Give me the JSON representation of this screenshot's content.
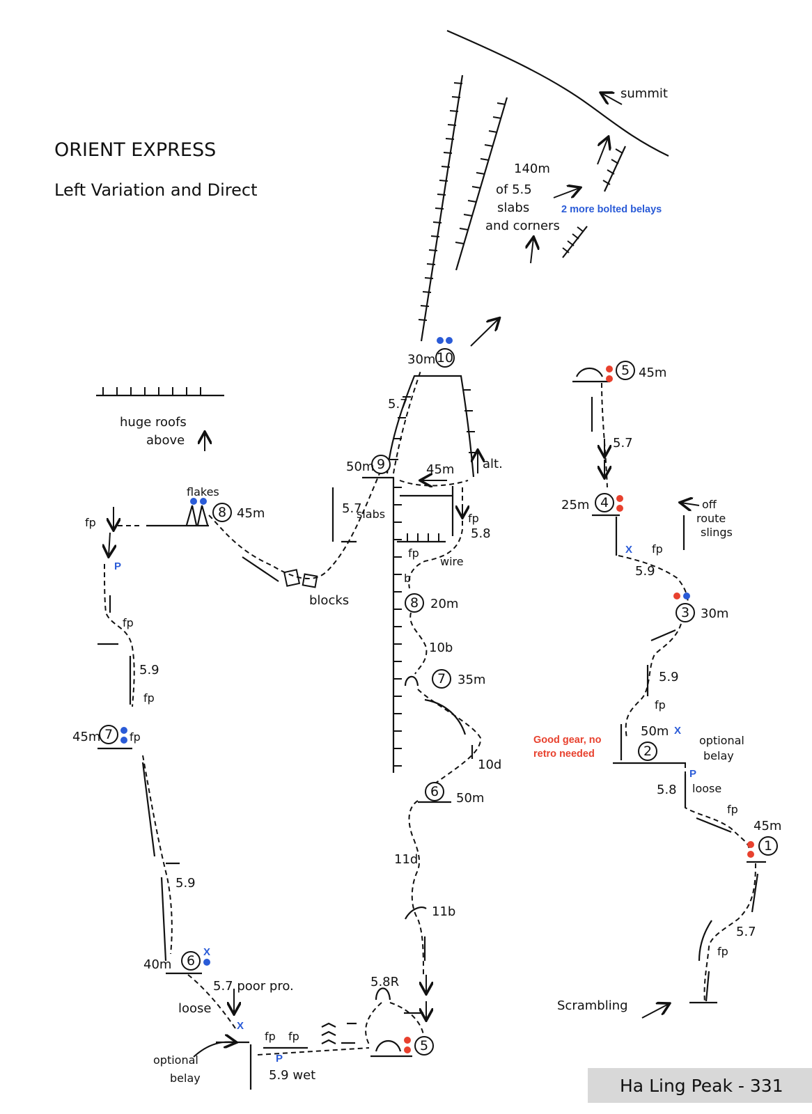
{
  "title": "ORIENT EXPRESS",
  "subtitle": "Left Variation and Direct",
  "footer": "Ha Ling Peak - 331",
  "colors": {
    "bolt_red": "#e8412e",
    "bolt_blue": "#2a5bd7",
    "ink": "#111111",
    "footer_bg": "#d8d8d8"
  },
  "labels": {
    "summit": "summit",
    "upper_note_1": "140m",
    "upper_note_2": "of 5.5",
    "upper_note_3": "slabs",
    "upper_note_4": "and corners",
    "more_belays": "2 more bolted belays",
    "huge_roofs_1": "huge roofs",
    "huge_roofs_2": "above",
    "flakes": "flakes",
    "blocks": "blocks",
    "slabs": "slabs",
    "wire": "wire",
    "alt": "alt.",
    "off_route_1": "off",
    "off_route_2": "route",
    "off_route_3": "slings",
    "loose": "loose",
    "loose2": "loose",
    "optional_belay_1": "optional",
    "optional_belay_2": "belay",
    "optional_belay_r1": "optional",
    "optional_belay_r2": "belay",
    "good_gear_1": "Good gear, no",
    "good_gear_2": "retro needed",
    "scrambling": "Scrambling",
    "poor_pro": "5.7 poor pro.",
    "wet": "5.9 wet"
  },
  "belays": {
    "b10": {
      "num": "10",
      "len": "30m"
    },
    "b9": {
      "num": "9",
      "len": "50m"
    },
    "b8c": {
      "num": "8",
      "len": "20m"
    },
    "b7c": {
      "num": "7",
      "len": "35m"
    },
    "b6c": {
      "num": "6",
      "len": "50m"
    },
    "b5c": {
      "num": "5",
      "len": ""
    },
    "b8l": {
      "num": "8",
      "len": "45m"
    },
    "b7l": {
      "num": "7",
      "len": "45m"
    },
    "b6l": {
      "num": "6",
      "len": "40m"
    },
    "b5r": {
      "num": "5",
      "len": "45m"
    },
    "b4r": {
      "num": "4",
      "len": "25m"
    },
    "b3r": {
      "num": "3",
      "len": "30m"
    },
    "b2r": {
      "num": "2",
      "len": "50m"
    },
    "b1r": {
      "num": "1",
      "len": "45m"
    }
  },
  "grades": {
    "g57_top": "5.7",
    "g57_slabs": "5.7",
    "g45m": "45m",
    "g58_c": "5.8",
    "g10b": "10b",
    "g10d": "10d",
    "g11d": "11d",
    "g11b": "11b",
    "g58r": "5.8R",
    "g59_l1": "5.9",
    "g59_l2": "5.9",
    "g57_r5": "5.7",
    "g59_r4": "5.9",
    "g59_r3": "5.9",
    "g58_r2": "5.8",
    "g57_r1": "5.7"
  },
  "markers": {
    "fp": "fp",
    "b": "b",
    "x": "x",
    "P": "P",
    "X": "X"
  }
}
